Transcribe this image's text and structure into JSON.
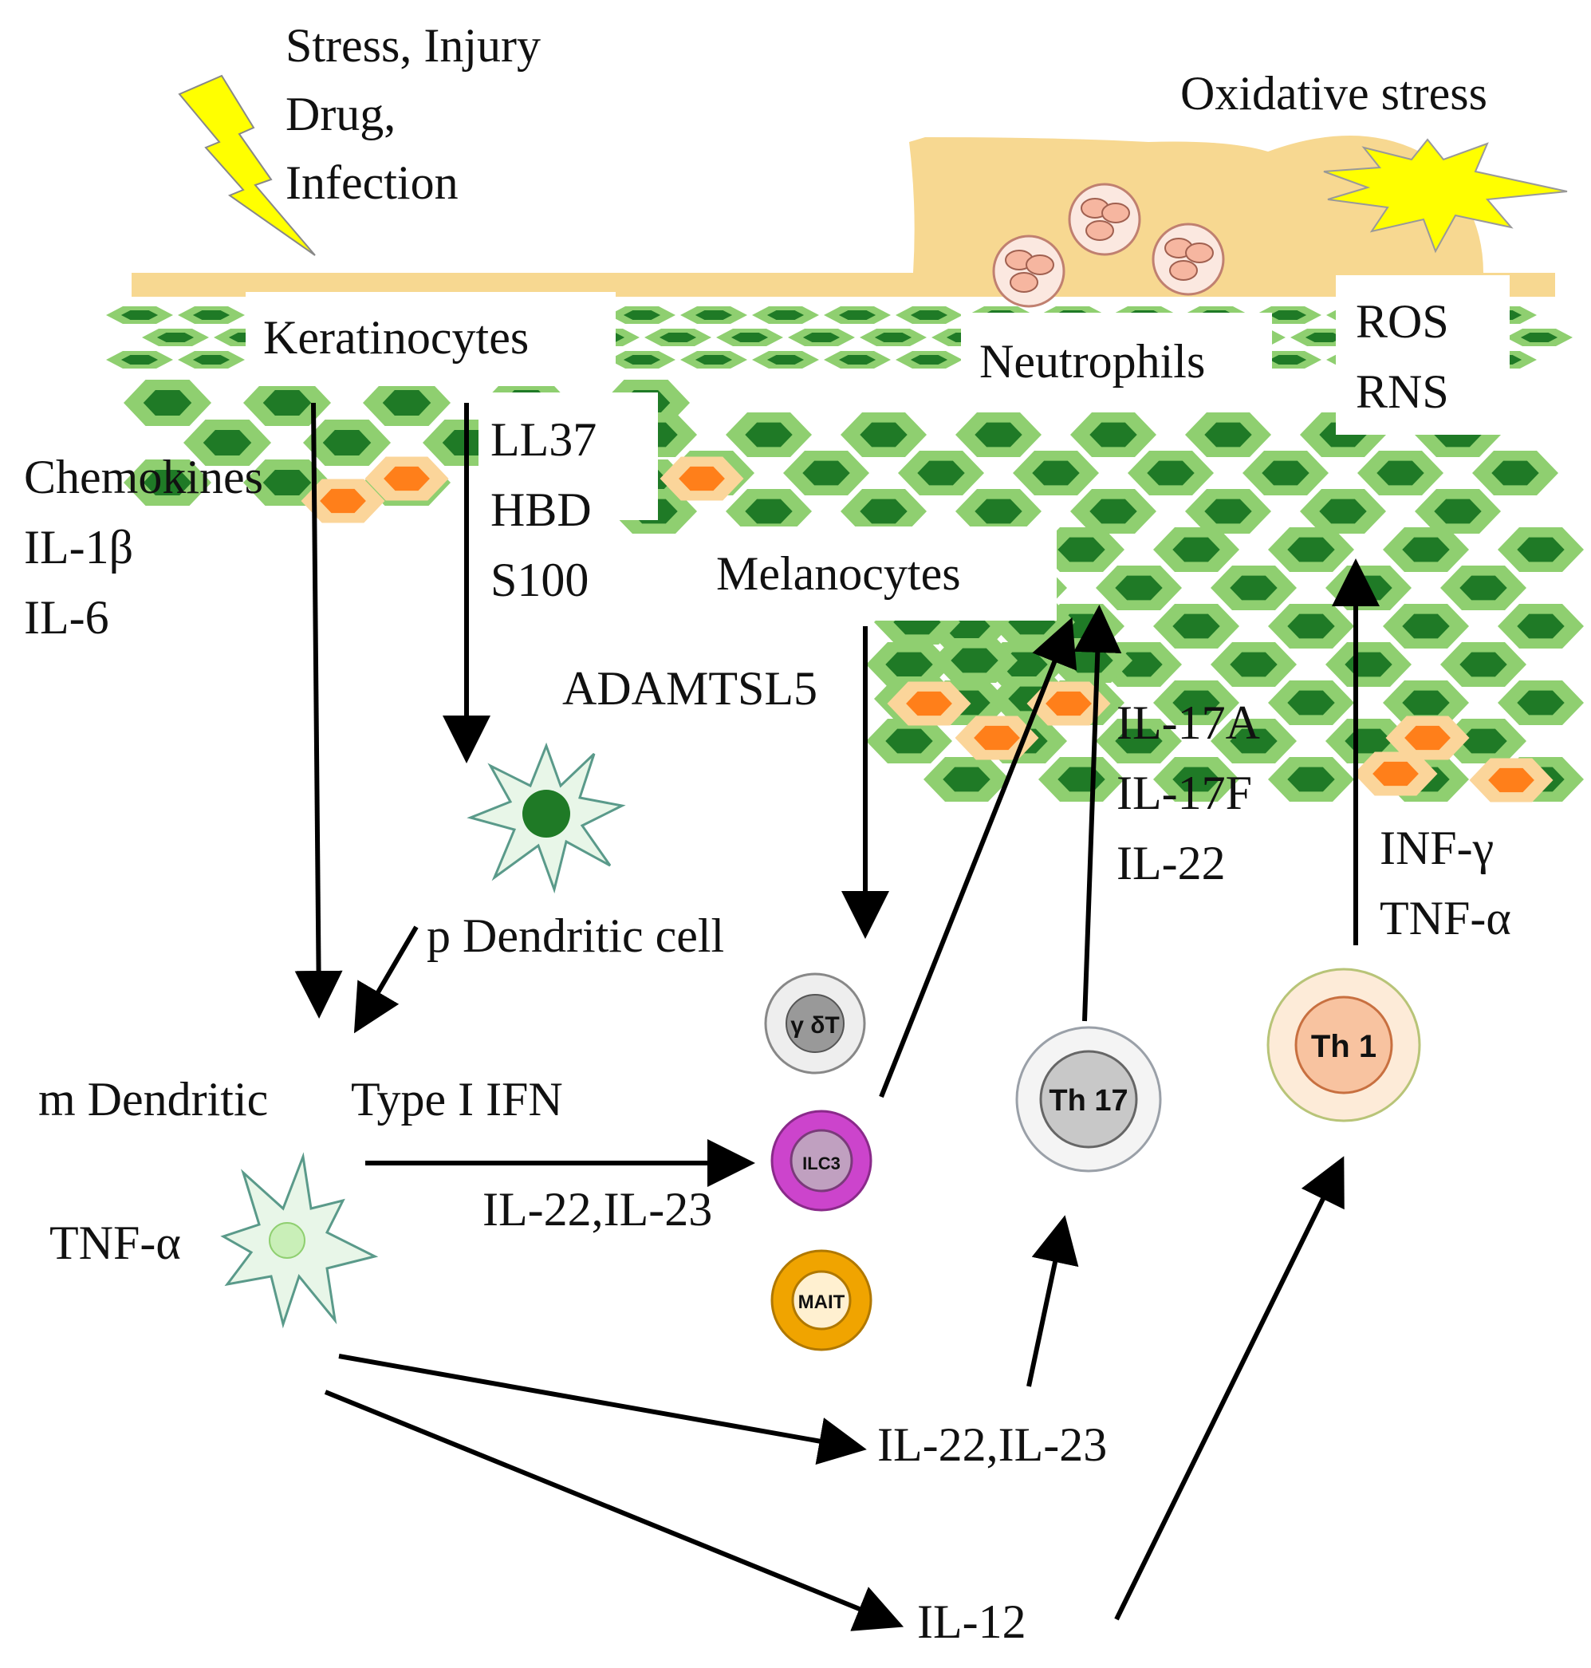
{
  "colors": {
    "skin": "#f7d891",
    "hex_light": "#8fcf70",
    "hex_dark": "#1f7a26",
    "melano_outer": "#fbd59a",
    "melano_inner": "#ff7f1a",
    "bolt": "#ffff00",
    "neutrophil": "#f6b6a0",
    "ilc3": "#cc44cc",
    "mait": "#f0a400",
    "th1": "#f8c3a0",
    "th17": "#c8c8c8"
  },
  "icons": [
    "lightning-bolt-icon",
    "starburst-icon",
    "dendritic-cell-icon"
  ],
  "triggers": {
    "line1": "Stress, Injury",
    "line2": "Drug,",
    "line3": "Infection"
  },
  "oxidative": "Oxidative stress",
  "boxes": {
    "keratinocytes": "Keratinocytes",
    "neutrophils": "Neutrophils",
    "ros": "ROS",
    "rns": "RNS",
    "melanocytes": "Melanocytes"
  },
  "labels": {
    "chemokines": "Chemokines",
    "il1b": "IL-1β",
    "il6": "IL-6",
    "ll37": "LL37",
    "hbd": "HBD",
    "s100": "S100",
    "adamtsl5": "ADAMTSL5",
    "il17a": "IL-17A",
    "il17f": "IL-17F",
    "il22_right": "IL-22",
    "infg": "INF-γ",
    "tnfa_right": "TNF-α",
    "pdc": "p Dendritic cell",
    "mdc": "m Dendritic",
    "typeI": "Type I IFN",
    "tnfa_left": "TNF-α",
    "il22_23_mid": "IL-22,IL-23",
    "il22_23_low": "IL-22,IL-23",
    "il12": "IL-12"
  },
  "cells": {
    "gdt": "γ δT",
    "ilc3": "ILC3",
    "mait": "MAIT",
    "th17": "Th 17",
    "th1": "Th 1"
  }
}
